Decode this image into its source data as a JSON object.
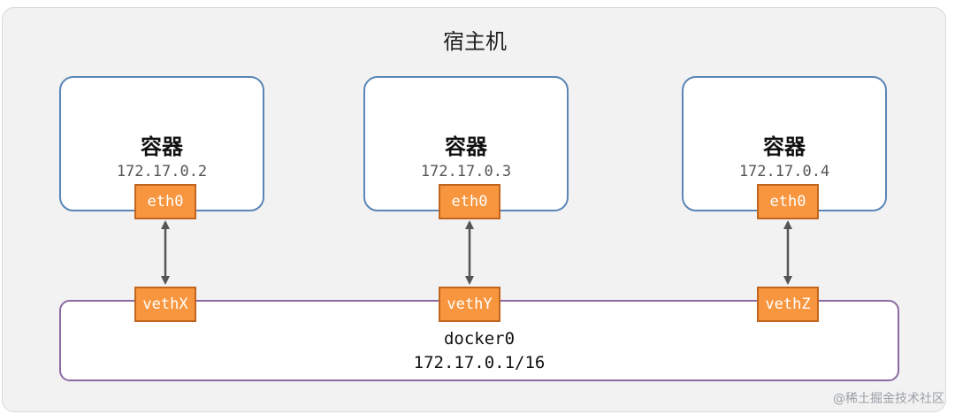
{
  "host": {
    "title": "宿主机"
  },
  "containers": [
    {
      "label": "容器",
      "ip": "172.17.0.2",
      "interface": "eth0"
    },
    {
      "label": "容器",
      "ip": "172.17.0.3",
      "interface": "eth0"
    },
    {
      "label": "容器",
      "ip": "172.17.0.4",
      "interface": "eth0"
    }
  ],
  "bridge": {
    "name": "docker0",
    "ip": "172.17.0.1/16",
    "veths": [
      "vethX",
      "vethY",
      "vethZ"
    ]
  },
  "watermark": "@稀土掘金技术社区",
  "colors": {
    "host_bg": "#f2f2f2",
    "container_border": "#5a85b5",
    "bridge_border": "#8b6aa3",
    "iface_fill": "#f7963f",
    "iface_border": "#c0651f",
    "link": "#555555"
  }
}
